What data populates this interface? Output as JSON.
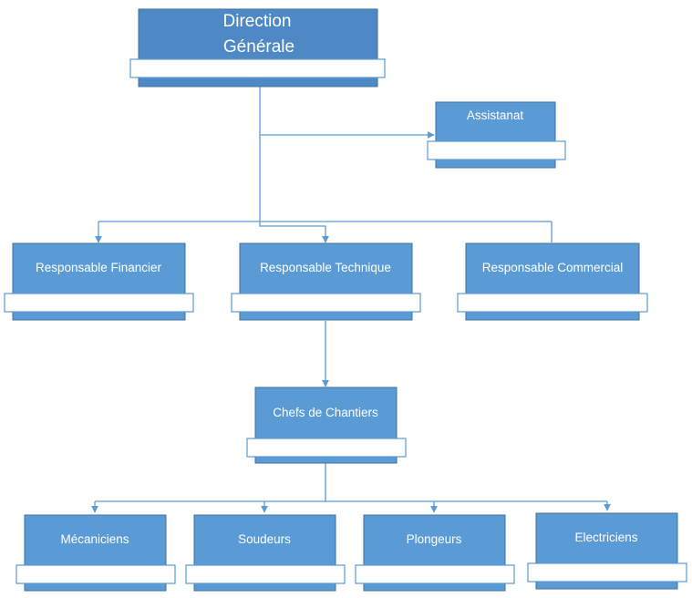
{
  "direction": {
    "line1": "Direction",
    "line2": "Générale"
  },
  "assistanat": "Assistanat",
  "responsables": {
    "financier": "Responsable Financier",
    "technique": "Responsable Technique",
    "commercial": "Responsable Commercial"
  },
  "chefs": "Chefs de Chantiers",
  "equipes": {
    "mecaniciens": "Mécaniciens",
    "soudeurs": "Soudeurs",
    "plongeurs": "Plongeurs",
    "electriciens": "Electriciens"
  },
  "colors": {
    "box_fill": "#5b9bd5",
    "box_stroke": "#41719c",
    "tab_fill": "#ffffff"
  }
}
